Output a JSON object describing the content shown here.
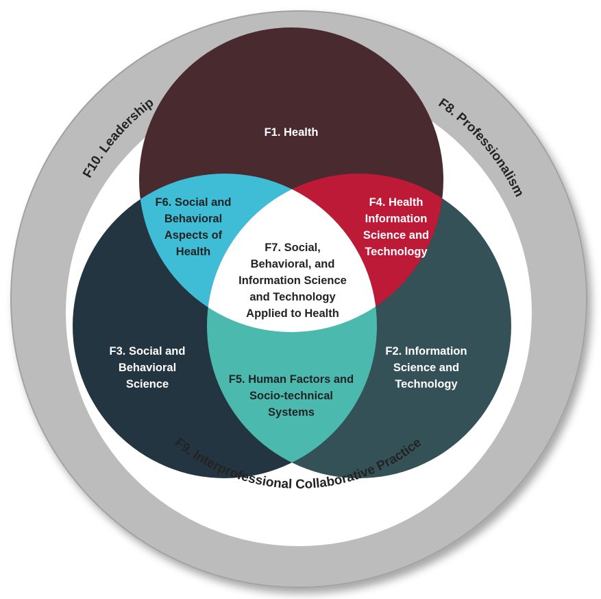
{
  "colors": {
    "outer_ring": "#bdbcbc",
    "outer_ring_edge": "#a3a2a2",
    "inner_bg": "#ffffff",
    "health": "#482a2f",
    "social_behavioral": "#233541",
    "information": "#345158",
    "f4_overlap": "#bd1a38",
    "f6_overlap": "#3fbcd6",
    "f5_overlap": "#4bb9ae",
    "center": "#ffffff",
    "light_text": "#ffffff",
    "dark_text": "#232323"
  },
  "domains": {
    "f1": [
      "F1. Health"
    ],
    "f2": [
      "F2. Information",
      "Science and",
      "Technology"
    ],
    "f3": [
      "F3. Social and",
      "Behavioral",
      "Science"
    ],
    "f4": [
      "F4. Health",
      "Information",
      "Science and",
      "Technology"
    ],
    "f5": [
      "F5. Human Factors and",
      "Socio-technical",
      "Systems"
    ],
    "f6": [
      "F6. Social and",
      "Behavioral",
      "Aspects of",
      "Health"
    ],
    "f7": [
      "F7. Social,",
      "Behavioral, and",
      "Information Science",
      "and Technology",
      "Applied to Health"
    ]
  },
  "ring": {
    "f8": "F8. Professionalism",
    "f9": "F9. Interprofessional Collaborative Practice",
    "f10": "F10. Leadership"
  }
}
